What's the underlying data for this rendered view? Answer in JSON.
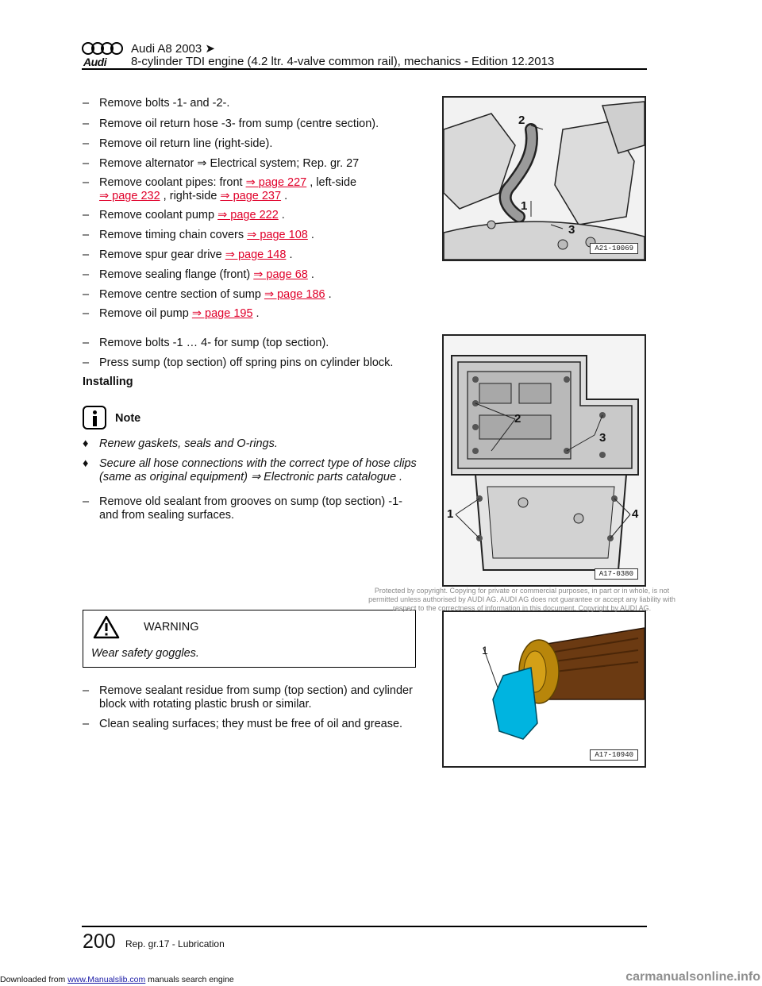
{
  "header": {
    "model": "Audi A8 2003 ➤",
    "logo_text": "Audi",
    "title": "8-cylinder TDI engine (4.2 ltr. 4-valve common rail), mechanics - Edition 12.2013"
  },
  "steps1": [
    {
      "dash": "–",
      "text": "Remove bolts -1- and -2-."
    },
    {
      "dash": "–",
      "text": "Remove oil return hose -3- from sump (centre section)."
    },
    {
      "dash": "–",
      "text": "Remove oil return line (right-side)."
    },
    {
      "dash": "–",
      "text": "Remove alternator ⇒  Electrical system; Rep. gr.  27"
    }
  ],
  "coolant_pipes": {
    "prefix": "Remove coolant pipes: front ",
    "link1": "⇒ page 227",
    "mid1": " , left-side",
    "link2": "⇒ page 232",
    "mid2": " , right-side ",
    "link3": "⇒ page 237",
    "suffix": " ."
  },
  "link_steps": [
    {
      "text": "Remove coolant pump ",
      "link": "⇒ page 222",
      "suffix": " ."
    },
    {
      "text": "Remove timing chain covers ",
      "link": "⇒ page 108",
      "suffix": " ."
    },
    {
      "text": "Remove spur gear drive ",
      "link": "⇒ page 148",
      "suffix": " ."
    },
    {
      "text": "Remove sealing flange (front) ",
      "link": "⇒ page 68",
      "suffix": " ."
    },
    {
      "text": "Remove centre section of sump ",
      "link": "⇒ page 186",
      "suffix": " ."
    },
    {
      "text": "Remove oil pump ",
      "link": "⇒ page 195",
      "suffix": " ."
    }
  ],
  "steps2": [
    {
      "dash": "–",
      "text": "Remove bolts -1 … 4- for sump (top section)."
    },
    {
      "dash": "–",
      "text": "Press sump (top section) off spring pins on cylinder block."
    }
  ],
  "installing_heading": "Installing",
  "note": {
    "label": "Note",
    "bullets": [
      {
        "marker": "♦",
        "text": "Renew gaskets, seals and O-rings."
      },
      {
        "marker": "♦",
        "text": "Secure all hose connections with the correct type of hose clips (same as original equipment) ⇒  Electronic parts catalogue ."
      }
    ]
  },
  "step_sealant": {
    "dash": "–",
    "text": "Remove old sealant from grooves on sump (top section) -1- and from sealing surfaces."
  },
  "warning": {
    "label": "WARNING",
    "text": "Wear safety goggles."
  },
  "steps3": [
    {
      "dash": "–",
      "text": "Remove sealant residue from sump (top section) and cylinder block with rotating plastic brush or similar."
    },
    {
      "dash": "–",
      "text": "Clean sealing surfaces; they must be free of oil and grease."
    }
  ],
  "figures": {
    "fig1": {
      "label": "A21-10069",
      "callouts": [
        "2",
        "1",
        "3"
      ]
    },
    "fig2": {
      "label": "A17-0380",
      "callouts": [
        "2",
        "3",
        "1",
        "4"
      ]
    },
    "fig3": {
      "label": "A17-10940",
      "callouts": [
        "1"
      ]
    }
  },
  "copyright": "Protected by copyright. Copying for private or commercial purposes, in part or in whole, is not permitted unless authorised by AUDI AG. AUDI AG does not guarantee or accept any liability with respect to the correctness of information in this document. Copyright by AUDI AG.",
  "footer": {
    "page_number": "200",
    "section": "Rep. gr.17 - Lubrication"
  },
  "download_bar": {
    "prefix": "Downloaded from ",
    "link": "www.Manualslib.com",
    "suffix": "  manuals search engine",
    "watermark": "carmanualsonline.info"
  },
  "colors": {
    "link": "#e0002a",
    "figure_highlight": "#00b4e0",
    "brush": "#b8860b"
  }
}
